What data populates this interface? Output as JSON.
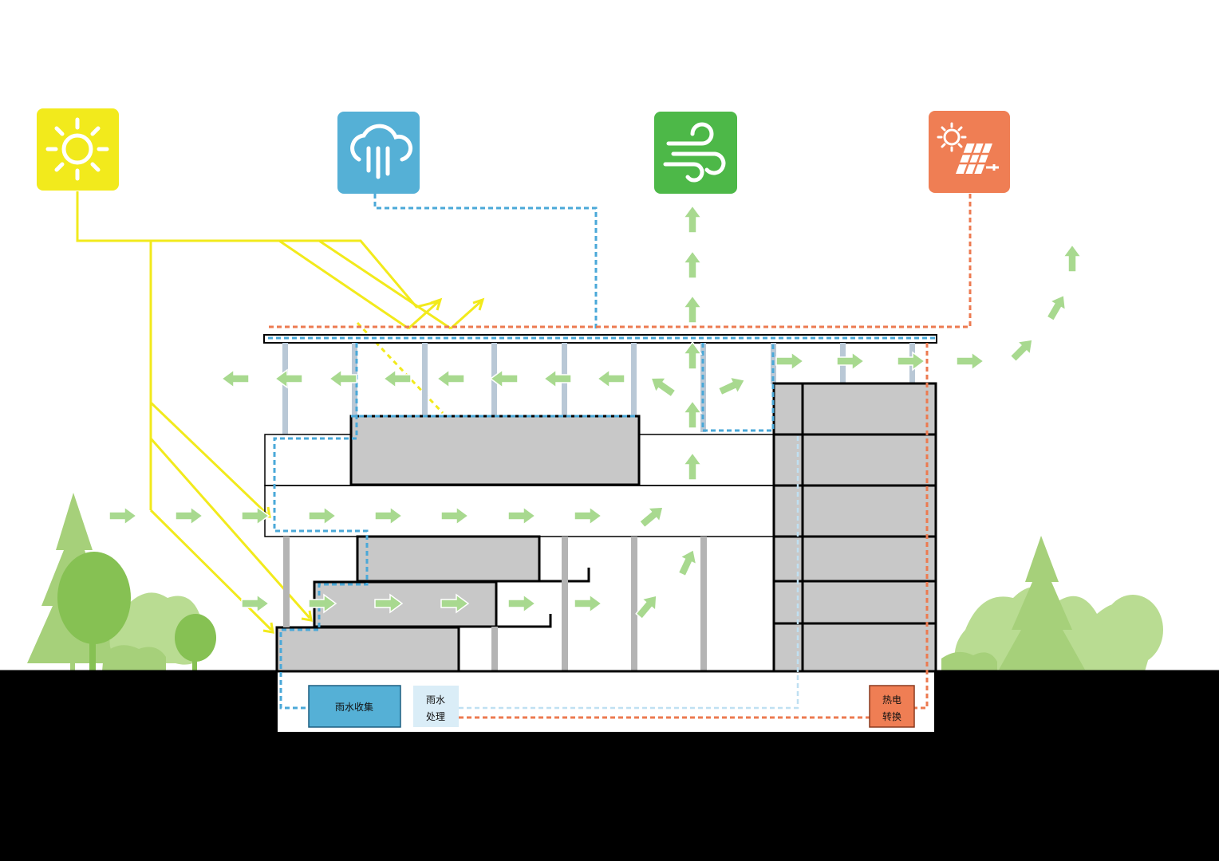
{
  "colors": {
    "sun": "#f2ea1c",
    "rain": "#55b0d6",
    "wind": "#4db848",
    "solar_panel": "#ef7e54",
    "air_arrow": "#a8d98f",
    "tree_light": "#a6d07a",
    "tree_dark": "#86c153",
    "room_fill": "#c8c8c8",
    "water_line": "#4aa8d8",
    "heat_line": "#ec7a50",
    "ground": "#000000",
    "storage_box": "#55b0d6",
    "treatment_box": "#daedf7",
    "converter_box": "#ef7e54"
  },
  "icons": {
    "sun": "sun-icon",
    "rain": "rain-cloud-icon",
    "wind": "wind-icon",
    "solar": "solar-panel-icon"
  },
  "labels": {
    "rain_collection": "雨水收集",
    "rain_treatment_line1": "雨水",
    "rain_treatment_line2": "处理",
    "heat_power_line1": "热电",
    "heat_power_line2": "转换"
  }
}
